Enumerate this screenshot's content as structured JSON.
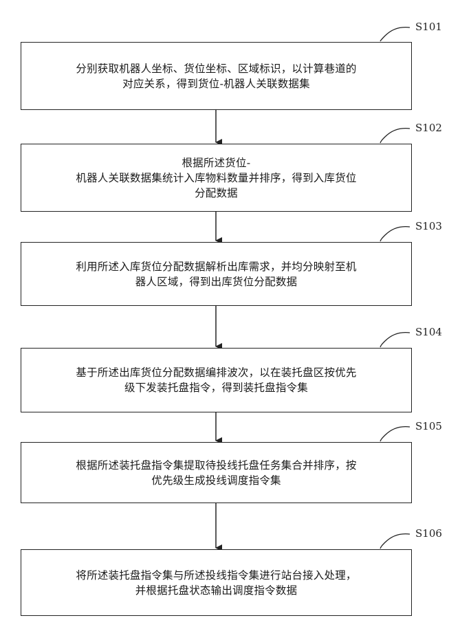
{
  "steps": [
    {
      "id": "S101",
      "text": "分别获取机器人坐标、货位坐标、区域标识，以计算巷道的\n对应关系，得到货位-机器人关联数据集"
    },
    {
      "id": "S102",
      "text": "根据所述货位-\n机器人关联数据集统计入库物料数量并排序，得到入库货位\n分配数据"
    },
    {
      "id": "S103",
      "text": "利用所述入库货位分配数据解析出库需求，并均分映射至机\n器人区域，得到出库货位分配数据"
    },
    {
      "id": "S104",
      "text": "基于所述出库货位分配数据编排波次，以在装托盘区按优先\n级下发装托盘指令，得到装托盘指令集"
    },
    {
      "id": "S105",
      "text": "根据所述装托盘指令集提取待投线托盘任务集合并排序，按\n优先级生成投线调度指令集"
    },
    {
      "id": "S106",
      "text": "将所述装托盘指令集与所述投线指令集进行站台接入处理，\n并根据托盘状态输出调度指令数据"
    }
  ]
}
